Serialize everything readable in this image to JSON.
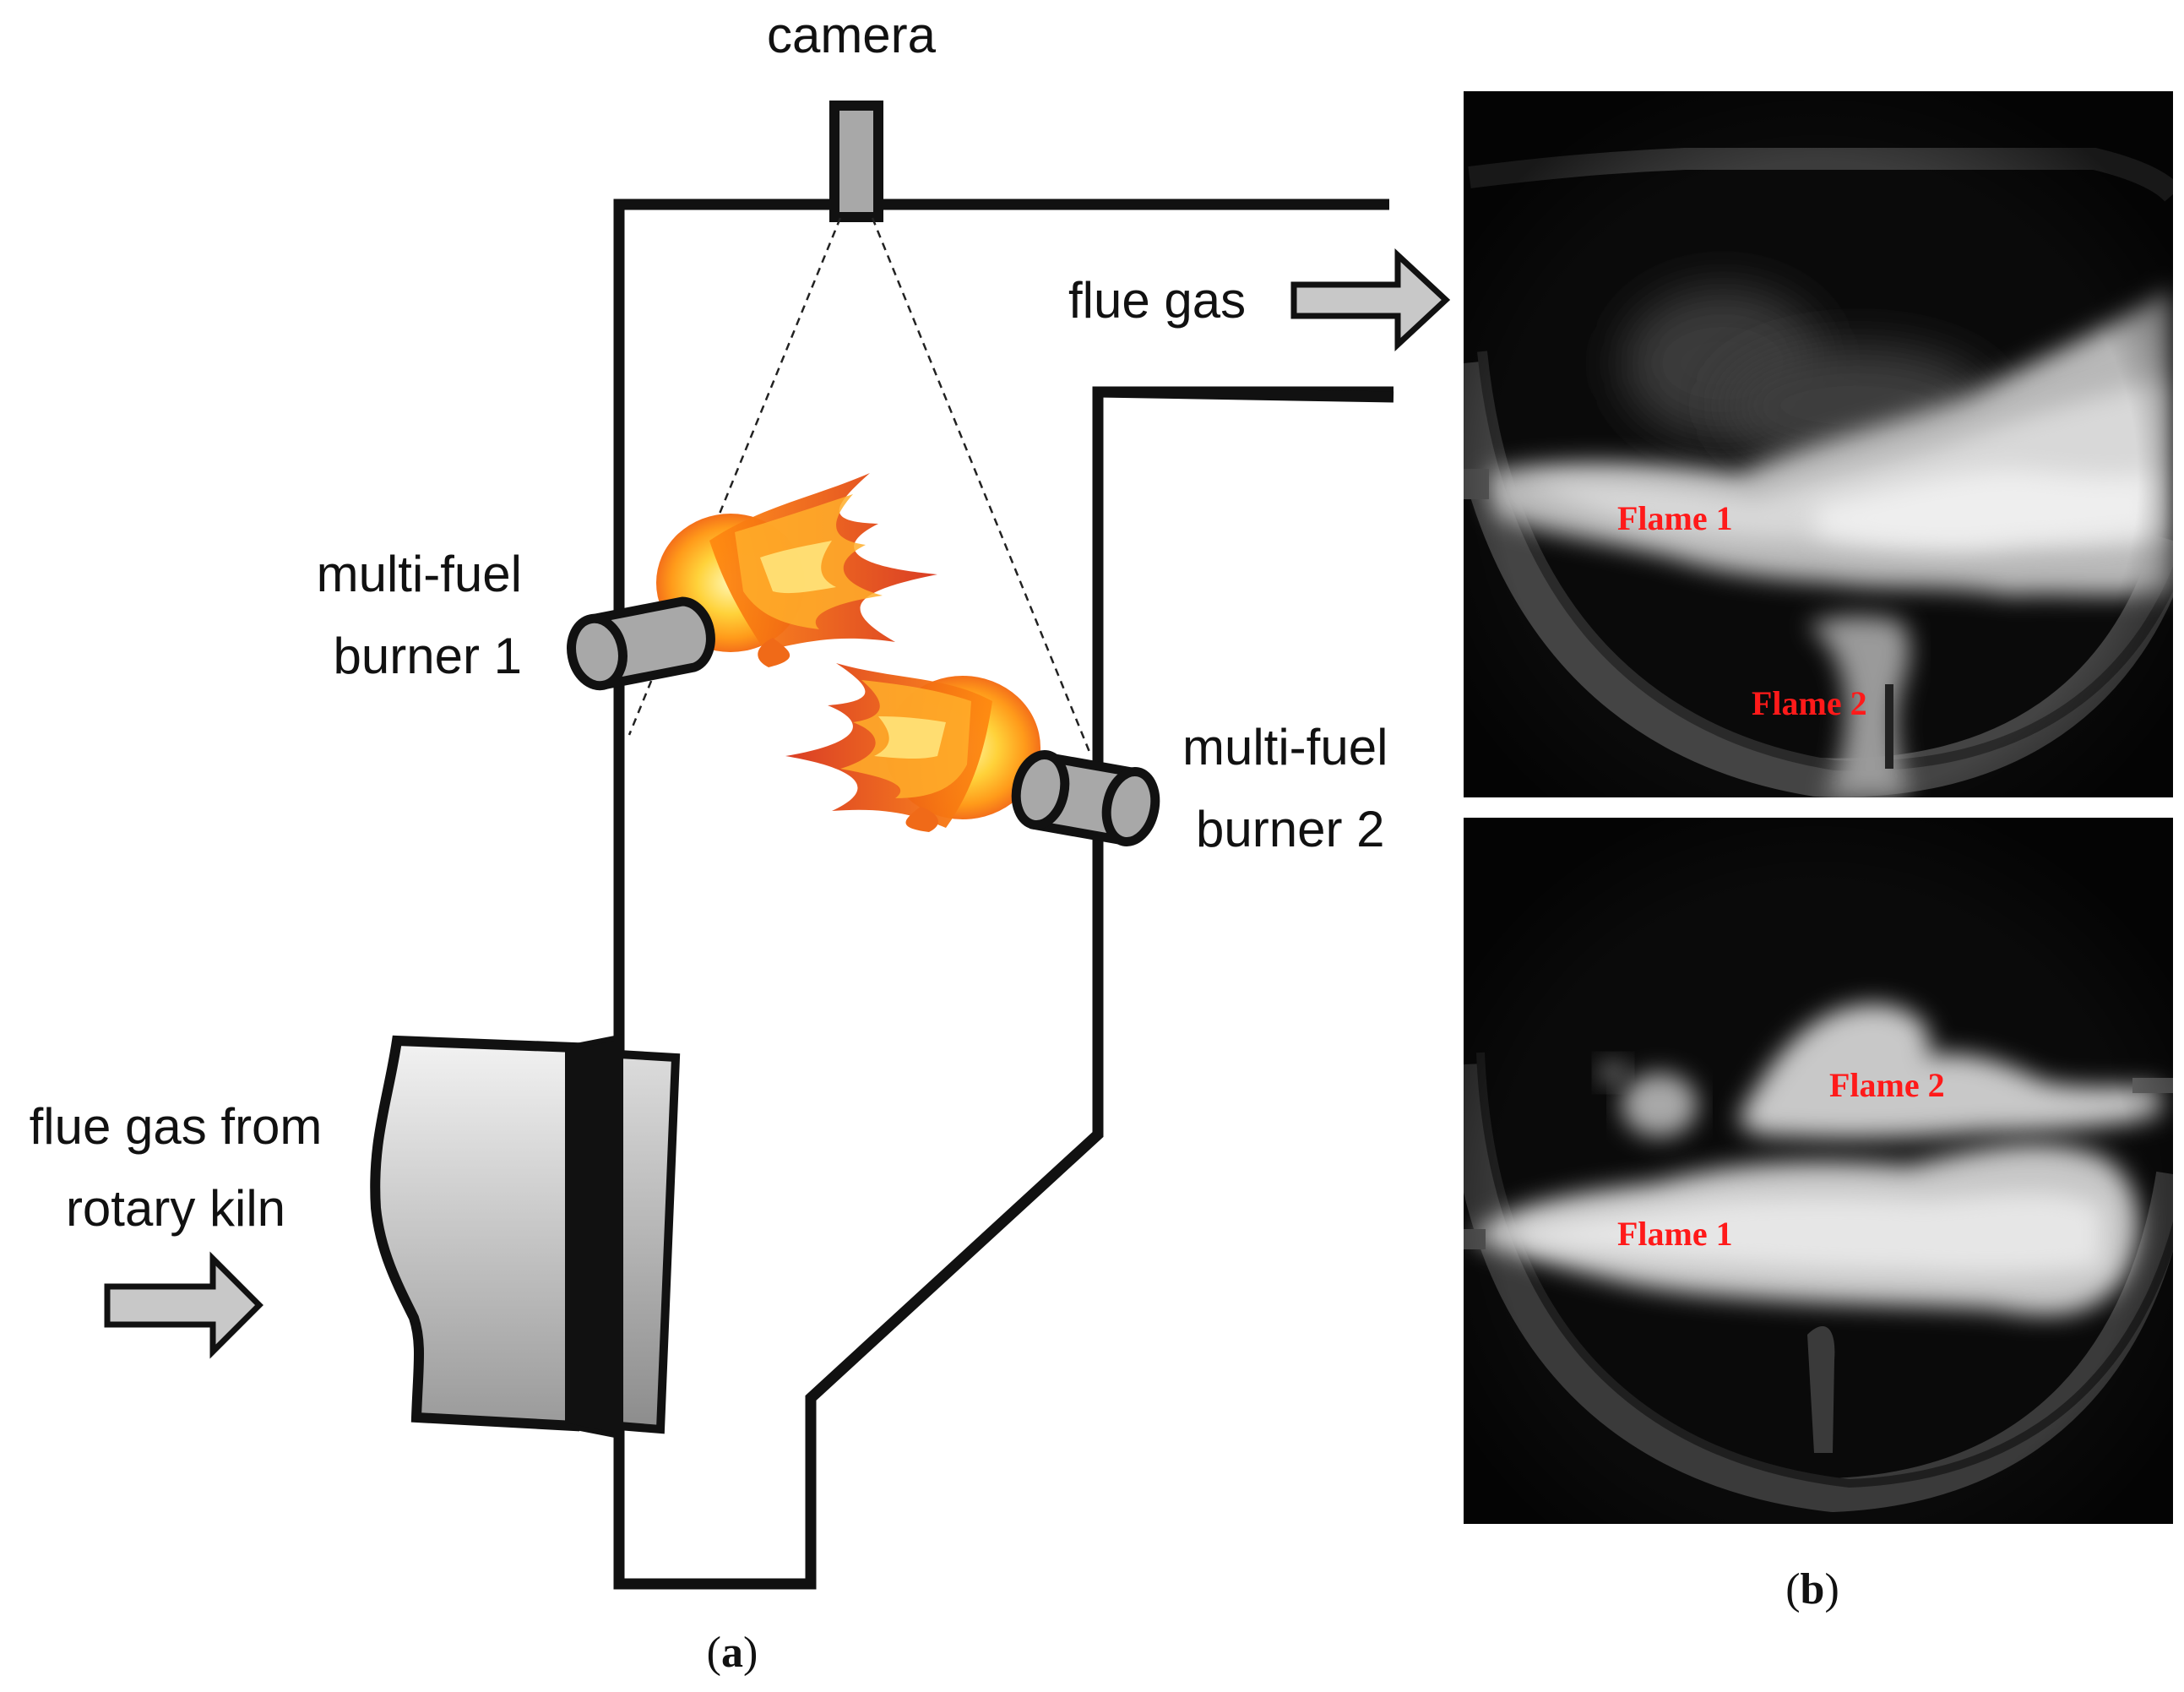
{
  "diagram_a": {
    "labels": {
      "camera": "camera",
      "flue_gas": "flue gas",
      "burner1_line1": "multi-fuel",
      "burner1_line2": "burner 1",
      "burner2_line1": "multi-fuel",
      "burner2_line2": "burner 2",
      "kiln_line1": "flue gas from",
      "kiln_line2": "rotary kiln"
    },
    "caption_open": "(",
    "caption_letter": "a",
    "caption_close": ")"
  },
  "photos_b": {
    "top": {
      "flame1": "Flame 1",
      "flame2": "Flame 2"
    },
    "bottom": {
      "flame1": "Flame 1",
      "flame2": "Flame 2"
    },
    "caption_open": "(",
    "caption_letter": "b",
    "caption_close": ")"
  },
  "colors": {
    "wall": "#111111",
    "arrow_fill": "#c8c8c8",
    "flame_label": "#ff1a1a",
    "photo_background": "#0a0a0a"
  }
}
